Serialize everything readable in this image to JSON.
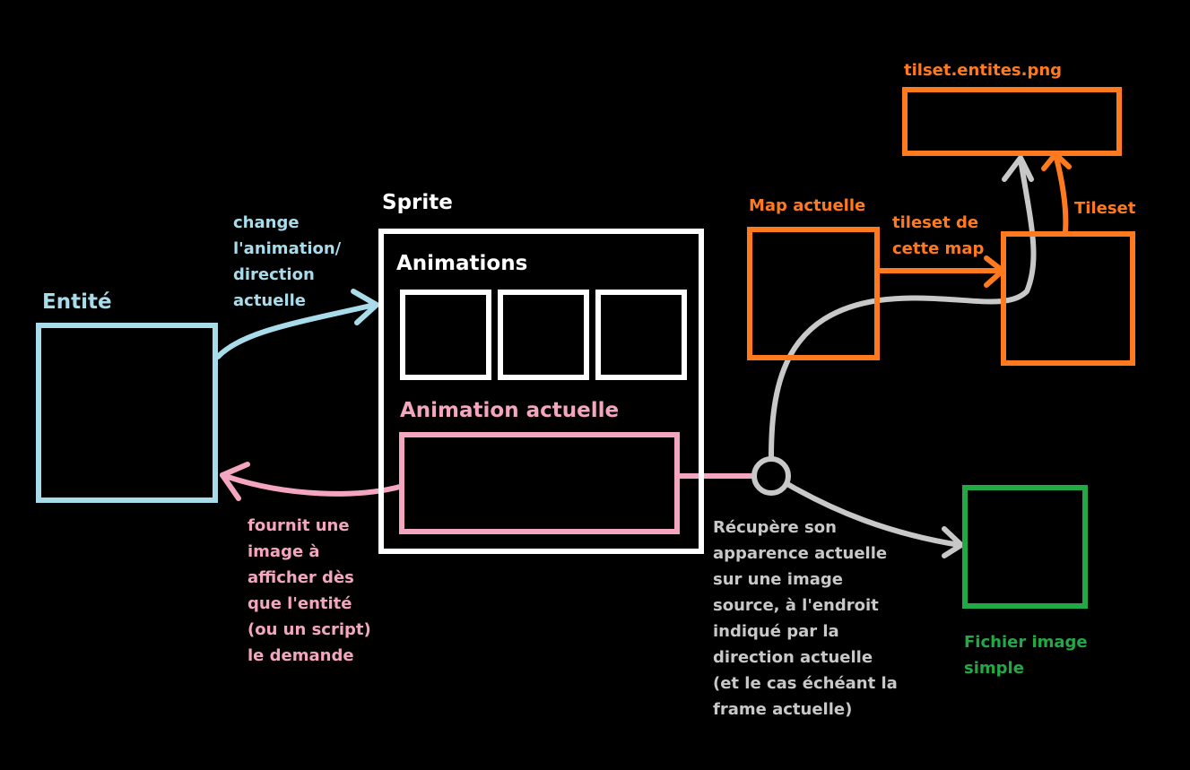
{
  "colors": {
    "background": "#000000",
    "entite": "#a8dcea",
    "sprite": "#ffffff",
    "animation_actuelle": "#f4a6c0",
    "tileset": "#ff7a1f",
    "fichier_image": "#22a845",
    "gris": "#c8c8c8"
  },
  "entite": {
    "title": "Entité"
  },
  "sprite": {
    "title": "Sprite",
    "animations_label": "Animations",
    "animation_actuelle_label": "Animation actuelle"
  },
  "arrows": {
    "change_lines": [
      "change",
      "l'animation/",
      "direction",
      "actuelle"
    ],
    "fournit_lines": [
      "fournit une",
      "image à",
      "afficher dès",
      "que l'entité",
      "(ou un script)",
      "le demande"
    ],
    "recupere_lines": [
      "Récupère son",
      "apparence actuelle",
      "sur une image",
      "source, à l'endroit",
      "indiqué par la",
      "direction actuelle",
      "(et le cas échéant la",
      "frame actuelle)"
    ],
    "tileset_map_lines": [
      "tileset de",
      "cette map"
    ]
  },
  "map": {
    "title": "Map actuelle"
  },
  "tileset": {
    "title": "Tileset"
  },
  "tilset_file": {
    "title": "tilset.entites.png"
  },
  "fichier": {
    "lines": [
      "Fichier image",
      "simple"
    ]
  }
}
